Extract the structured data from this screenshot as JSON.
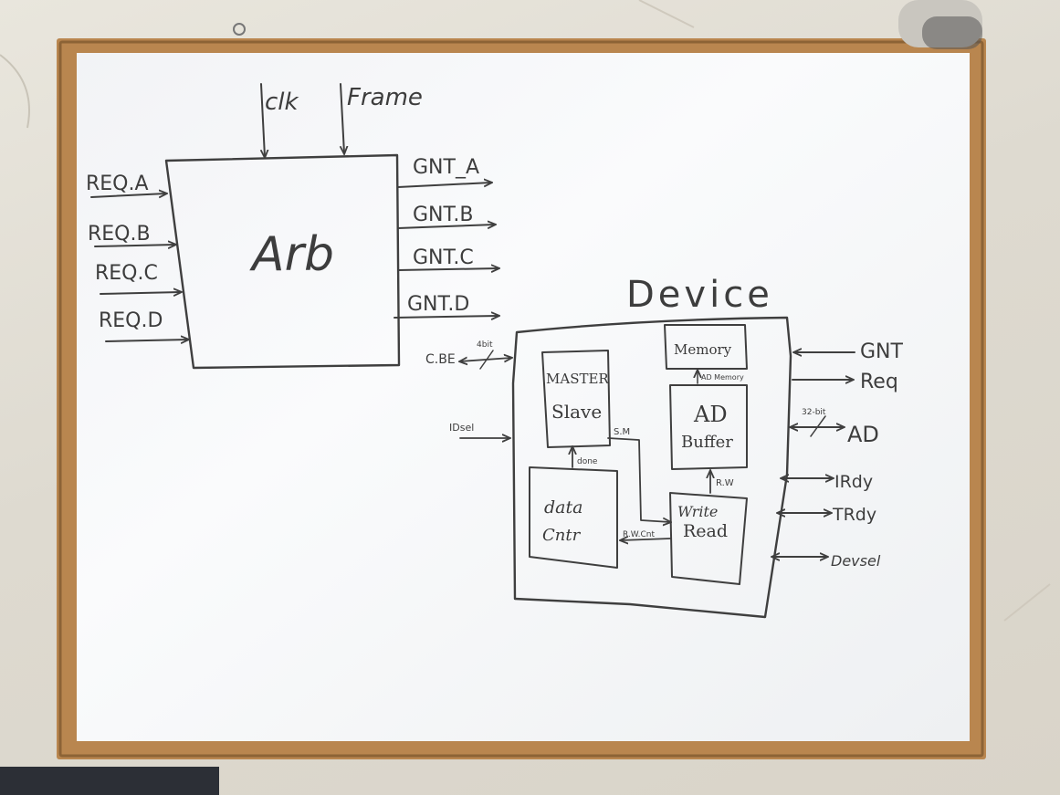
{
  "arbiter": {
    "title": "Arb",
    "top_inputs": [
      "clk",
      "Frame"
    ],
    "inputs": [
      "REQ.A",
      "REQ.B",
      "REQ.C",
      "REQ.D"
    ],
    "outputs": [
      "GNT_A",
      "GNT.B",
      "GNT.C",
      "GNT.D"
    ]
  },
  "device": {
    "title": "Device",
    "blocks": {
      "master_slave": [
        "MASTER",
        "Slave"
      ],
      "memory": "Memory",
      "ad_buffer": [
        "AD",
        "Buffer"
      ],
      "data_counter": [
        "data",
        "Cntr"
      ],
      "write_read": [
        "Write",
        "Read"
      ]
    },
    "internal_labels": {
      "done": "done",
      "sm": "S.M",
      "rw": "R.W",
      "ad_memory": "AD Memory",
      "rw_cnt": "R.W.Cnt"
    },
    "left_signals": {
      "cbe": "C.BE",
      "cbe_width": "4bit",
      "idsel": "IDsel"
    },
    "right_signals": [
      "GNT",
      "Req",
      "AD",
      "IRdy",
      "TRdy",
      "Devsel"
    ],
    "ad_width": "32-bit"
  }
}
